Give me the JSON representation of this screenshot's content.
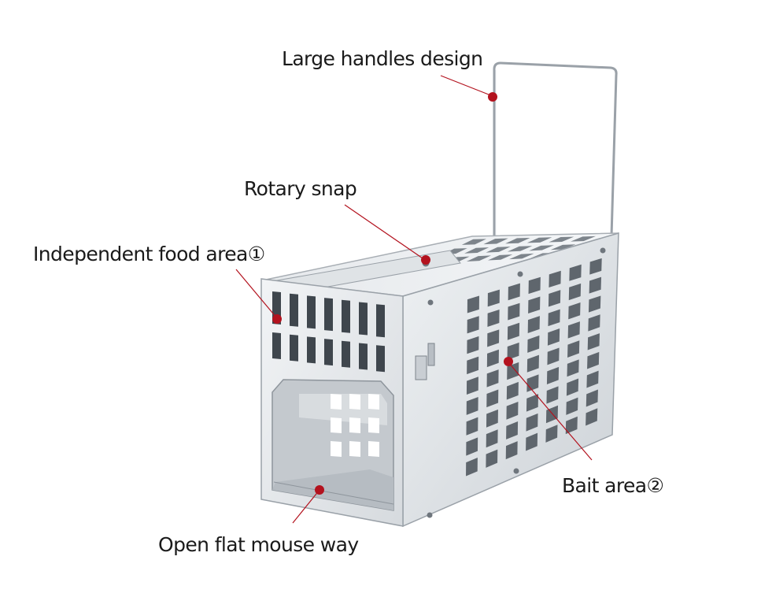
{
  "callouts": {
    "handles": "Large handles design",
    "snap": "Rotary snap",
    "food": "Independent food area①",
    "bait": "Bait area②",
    "mouse_way": "Open flat mouse way"
  },
  "colors": {
    "marker": "#b3121e",
    "leader": "#b3121e",
    "metal_light": "#e9ecef",
    "metal_mid": "#c8cdd2",
    "metal_dark": "#8e959c",
    "text": "#1a1a1a"
  }
}
